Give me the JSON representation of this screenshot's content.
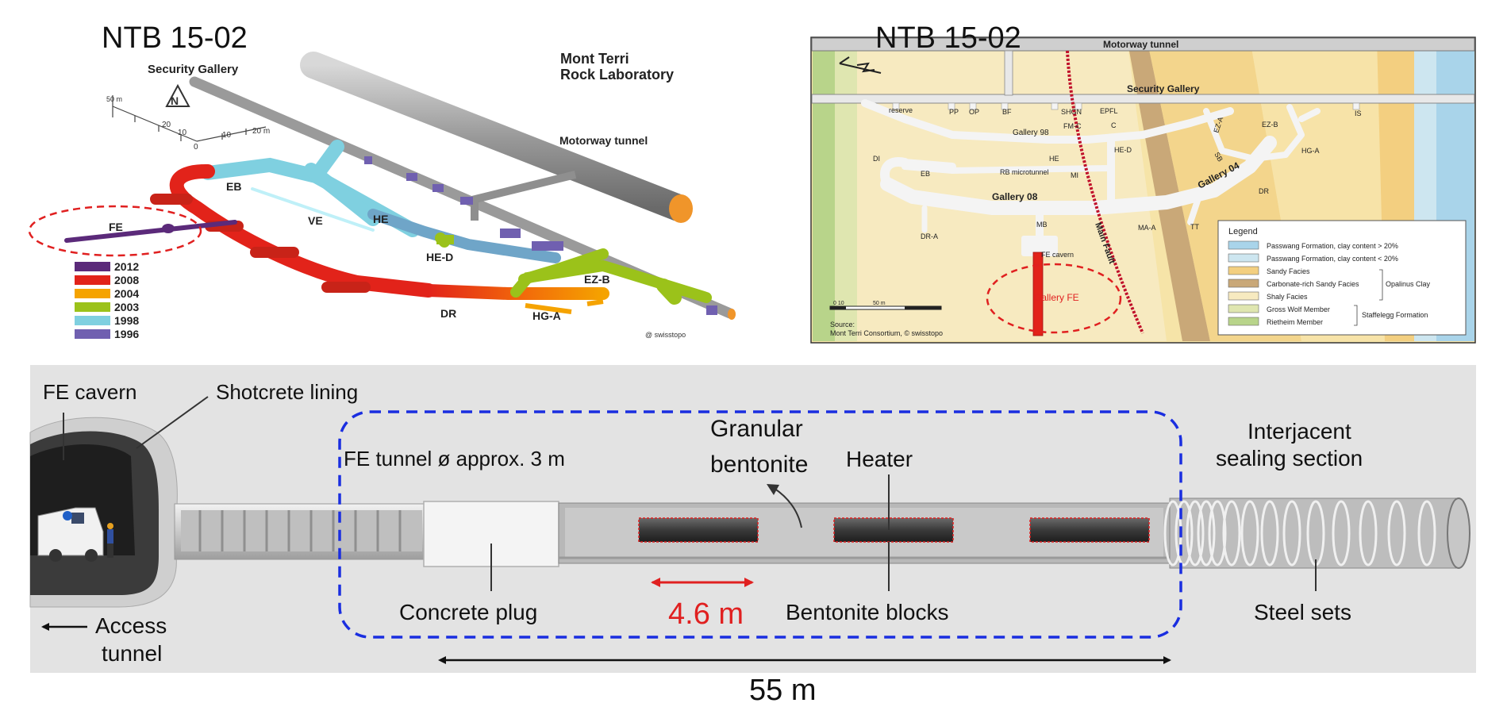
{
  "colors": {
    "y2012": "#5b2a7a",
    "y2008": "#e2231a",
    "y2004": "#f5a300",
    "y2003": "#9bc21a",
    "y1998": "#7fd0e0",
    "y1996": "#7060b0",
    "fe_dash": "#e02020",
    "box_dash": "#1a2ee0",
    "map_fault": "#c0102a",
    "dimension_red": "#e02020"
  },
  "panel_3d": {
    "ntb_label": "NTB 15-02",
    "lab_title_line1": "Mont Terri",
    "lab_title_line2": "Rock Laboratory",
    "security_gallery": "Security Gallery",
    "motorway_tunnel": "Motorway tunnel",
    "north_icon": "north-arrow-icon",
    "scale_a": "50 m",
    "scale_b1": "20",
    "scale_b2": "10",
    "scale_b3": "0",
    "scale_c1": "0",
    "scale_c2": "10",
    "scale_c3": "20 m",
    "credit": "@ swisstopo",
    "tunnels": {
      "EB": "EB",
      "VE": "VE",
      "HE": "HE",
      "HE_D": "HE-D",
      "FE": "FE",
      "EZ_B": "EZ-B",
      "DR": "DR",
      "HG_A": "HG-A"
    },
    "legend": [
      {
        "year": "2012",
        "color_key": "y2012"
      },
      {
        "year": "2008",
        "color_key": "y2008"
      },
      {
        "year": "2004",
        "color_key": "y2004"
      },
      {
        "year": "2003",
        "color_key": "y2003"
      },
      {
        "year": "1998",
        "color_key": "y1998"
      },
      {
        "year": "1996",
        "color_key": "y1996"
      }
    ]
  },
  "panel_map": {
    "ntb_label": "NTB 15-02",
    "motorway_tunnel": "Motorway tunnel",
    "security_gallery": "Security Gallery",
    "gallery_98": "Gallery 98",
    "gallery_08": "Gallery 08",
    "gallery_04": "Gallery 04",
    "gallery_fe": "Gallery FE",
    "main_fault": "Main Fault",
    "rb_microtunnel": "RB microtunnel",
    "fe_cavern": "FE cavern",
    "niches": {
      "reserve": "reserve",
      "PP": "PP",
      "OP": "OP",
      "BF": "BF",
      "SHGN": "SHGN",
      "EPFL": "EPFL",
      "FM_C": "FM-C",
      "C": "C",
      "EZ_A": "EZ-A",
      "EZ_B": "EZ-B",
      "IS": "IS",
      "SB": "SB",
      "HE_D": "HE-D",
      "HE": "HE",
      "HG_A": "HG-A",
      "DI": "DI",
      "EB": "EB",
      "MI": "MI",
      "DR": "DR",
      "DR_A": "DR-A",
      "MB": "MB",
      "MA_A": "MA-A",
      "TT": "TT"
    },
    "scale_left": "0 10",
    "scale_right": "50 m",
    "source_line1": "Source:",
    "source_line2": "Mont Terri Consortium, © swisstopo",
    "legend": {
      "title": "Legend",
      "items": [
        "Passwang Formation, clay content > 20%",
        "Passwang Formation, clay content < 20%",
        "Sandy Facies",
        "Carbonate-rich Sandy Facies",
        "Shaly Facies",
        "Gross Wolf Member",
        "Rietheim Member"
      ],
      "group_opalinus": "Opalinus Clay",
      "group_staffelegg": "Staffelegg Formation"
    }
  },
  "panel_section": {
    "fe_cavern": "FE cavern",
    "shotcrete_lining": "Shotcrete lining",
    "fe_tunnel": "FE tunnel ø approx. 3 m",
    "granular_line1": "Granular",
    "granular_line2": "bentonite",
    "heater": "Heater",
    "interjacent_line1": "Interjacent",
    "interjacent_line2": "sealing section",
    "concrete_plug": "Concrete plug",
    "dimension_heater": "4.6 m",
    "bentonite_blocks": "Bentonite blocks",
    "steel_sets": "Steel sets",
    "access_line1": "Access",
    "access_line2": "tunnel",
    "length": "55 m"
  }
}
